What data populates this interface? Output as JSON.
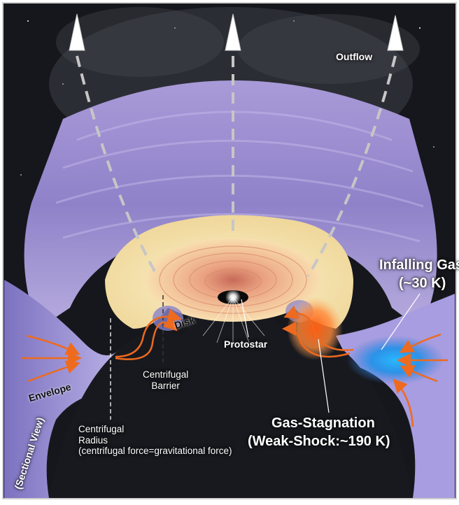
{
  "labels": {
    "outflow": "Outflow",
    "infalling_gas": "Infalling Gas",
    "infalling_temp": "(~30 K)",
    "disk": "Disk",
    "protostar": "Protostar",
    "centrifugal_barrier_1": "Centrifugal",
    "centrifugal_barrier_2": "Barrier",
    "envelope": "Envelope",
    "gas_stagnation": "Gas-Stagnation",
    "weak_shock": "(Weak-Shock:~190 K)",
    "centrifugal_radius_1": "Centrifugal",
    "centrifugal_radius_2": "Radius",
    "centrifugal_radius_3": "(centrifugal force=gravitational force)",
    "sectional_view": "(Sectional View)"
  },
  "colors": {
    "space": "#141418",
    "envelope": "#9a8fd0",
    "envelope_light": "#c9c0ee",
    "warm_gas": "#f3dca0",
    "disk": "#e9a27a",
    "shock": "#ff6a1a",
    "infall_blue": "#1aa0ff",
    "arrow": "#ee6a1e",
    "frame": "#cfcfcf"
  }
}
